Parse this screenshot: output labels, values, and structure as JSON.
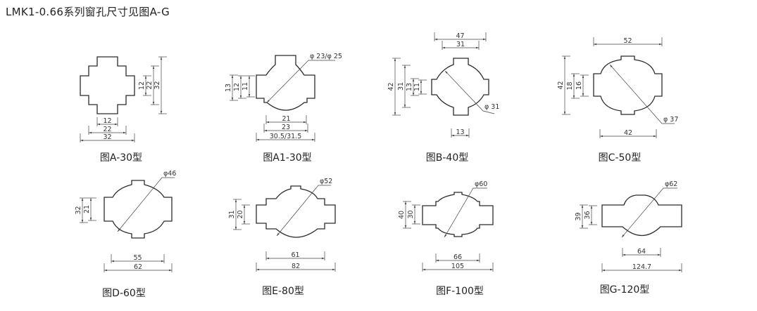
{
  "title": "LMK1-0.66系列窗孔尺寸见图A-G",
  "figures": [
    {
      "id": "A-30",
      "caption": "图A-30型",
      "vertical": [
        "12",
        "22",
        "32"
      ],
      "horizontal": [
        "12",
        "22",
        "32"
      ]
    },
    {
      "id": "A1-30",
      "caption": "图A1-30型",
      "diameter": "φ 23/φ 25",
      "vertical": [
        "13",
        "12",
        "11"
      ],
      "horizontal": [
        "21",
        "23",
        "30.5/31.5"
      ]
    },
    {
      "id": "B-40",
      "caption": "图B-40型",
      "diameter": "φ 31",
      "vertical": [
        "42",
        "31",
        "13",
        "11"
      ],
      "horizontal": [
        "47",
        "31",
        "13"
      ]
    },
    {
      "id": "C-50",
      "caption": "图C-50型",
      "diameter": "φ 37",
      "vertical": [
        "42",
        "18",
        "16"
      ],
      "horizontal": [
        "52",
        "42"
      ]
    },
    {
      "id": "D-60",
      "caption": "图D-60型",
      "diameter": "φ46",
      "vertical": [
        "32",
        "21"
      ],
      "horizontal": [
        "55",
        "62"
      ]
    },
    {
      "id": "E-80",
      "caption": "图E-80型",
      "diameter": "φ52",
      "vertical": [
        "31",
        "20"
      ],
      "horizontal": [
        "61",
        "82"
      ]
    },
    {
      "id": "F-100",
      "caption": "图F-100型",
      "diameter": "φ60",
      "vertical": [
        "40",
        "30"
      ],
      "horizontal": [
        "66",
        "105"
      ]
    },
    {
      "id": "G-120",
      "caption": "图G-120型",
      "diameter": "φ62",
      "vertical": [
        "39",
        "36"
      ],
      "horizontal": [
        "64",
        "124.7"
      ]
    }
  ]
}
